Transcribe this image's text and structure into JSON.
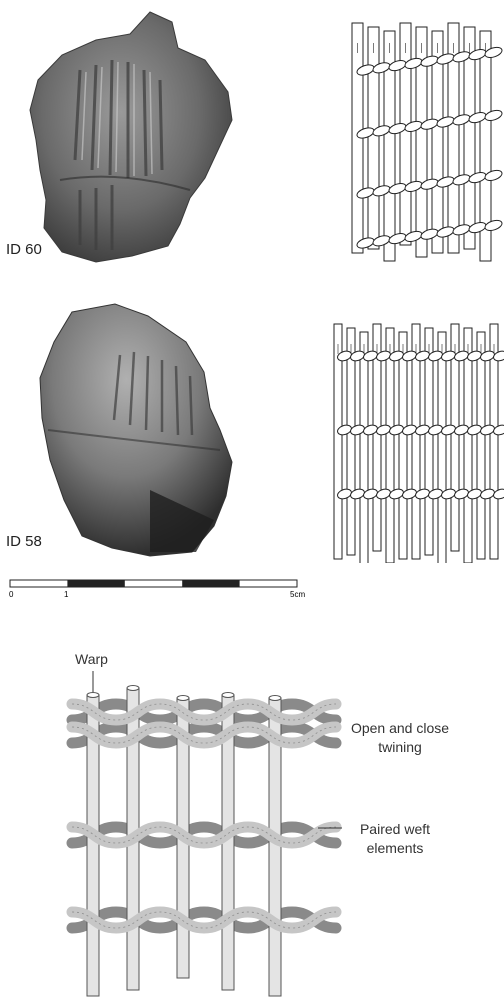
{
  "specimens": [
    {
      "id_label": "ID 60"
    },
    {
      "id_label": "ID 58"
    }
  ],
  "scale_bar": {
    "tick_labels": [
      "0",
      "1",
      "5cm"
    ],
    "segments": 5
  },
  "diagram": {
    "warp_label": "Warp",
    "twining_label": "Open and close\ntwining",
    "weft_label": "Paired weft\nelements"
  },
  "colors": {
    "stone_dark": "#4a4a4a",
    "stone_light": "#a8a8a8",
    "warp_fill": "#e4e4e4",
    "weft_dark": "#8a8a8a",
    "weft_light": "#c6c6c6"
  }
}
